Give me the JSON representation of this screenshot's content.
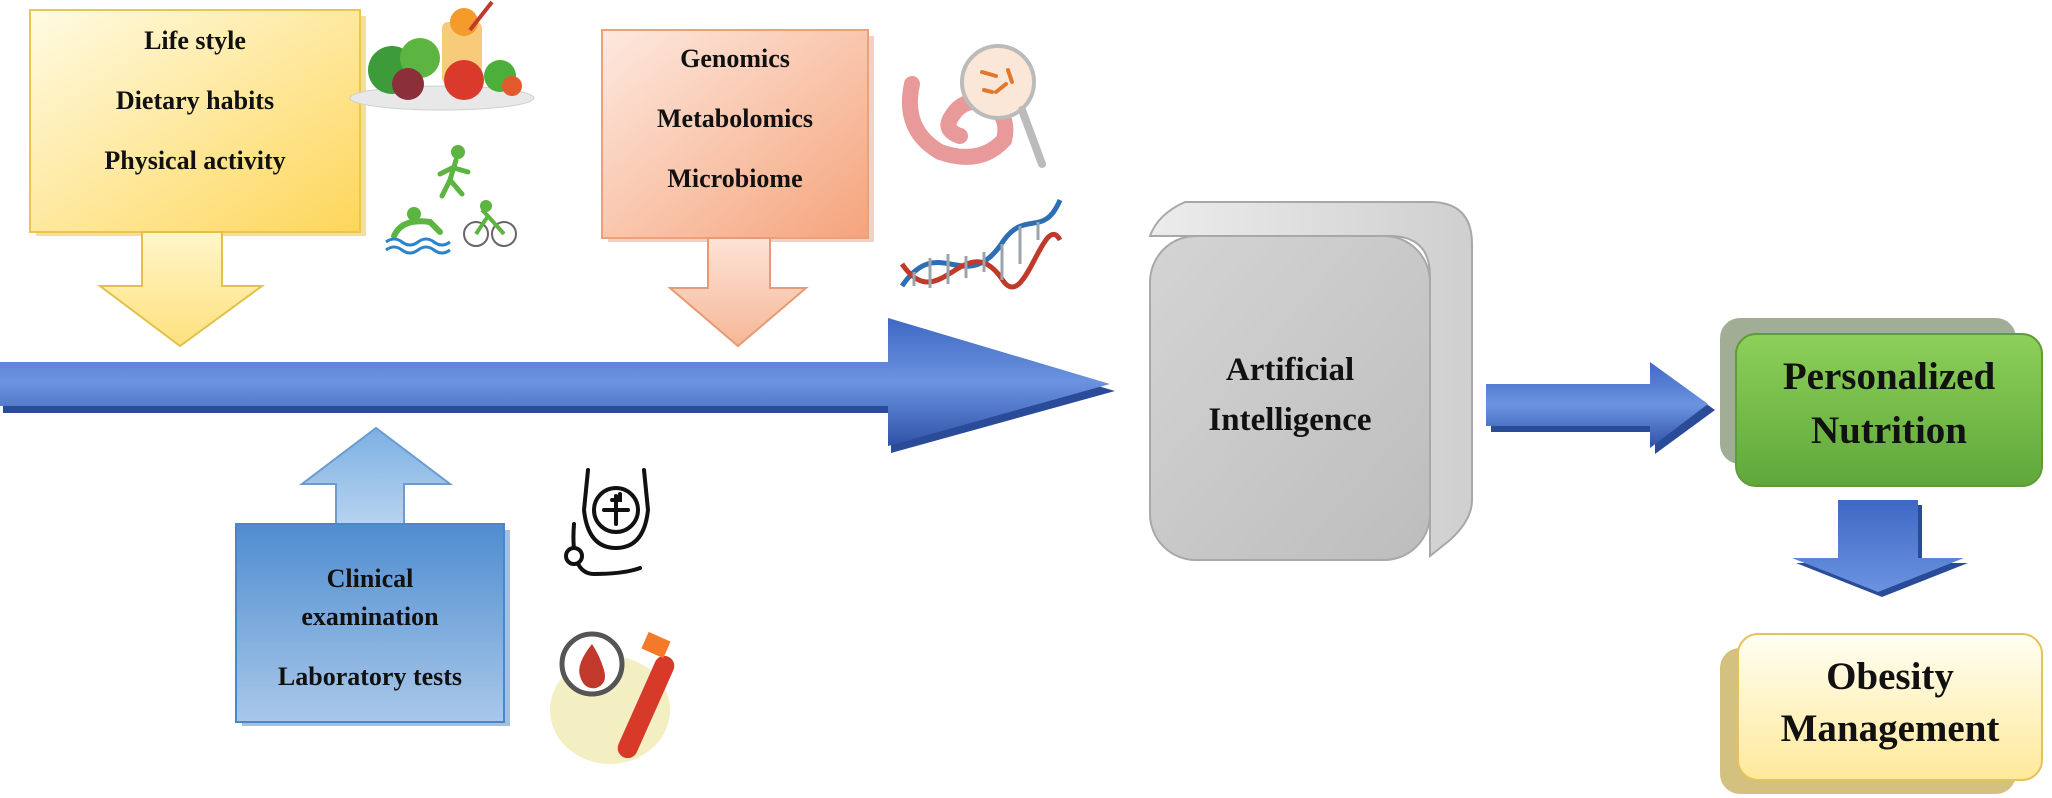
{
  "lifestyle_box": {
    "lines": [
      "Life style",
      "Dietary habits",
      "Physical activity"
    ]
  },
  "omics_box": {
    "lines": [
      "Genomics",
      "Metabolomics",
      "Microbiome"
    ]
  },
  "clinical_box": {
    "lines": [
      "Clinical",
      "examination",
      "Laboratory tests"
    ]
  },
  "ai_box": {
    "lines": [
      "Artificial",
      "Intelligence"
    ]
  },
  "nutrition_box": {
    "lines": [
      "Personalized",
      "Nutrition"
    ]
  },
  "obesity_box": {
    "lines": [
      "Obesity",
      "Management"
    ]
  },
  "icons": [
    "food-icon",
    "exercise-icon",
    "microbiome-icon",
    "dna-icon",
    "stethoscope-icon",
    "blood-test-icon"
  ],
  "colors": {
    "yellow": "#fde27a",
    "peach": "#f6b594",
    "blue_box": "#5e9bd6",
    "main_arrow": "#4774d1",
    "ai_gray": "#c8c8c8",
    "green": "#7cbf4a",
    "cream": "#fff3b8"
  }
}
